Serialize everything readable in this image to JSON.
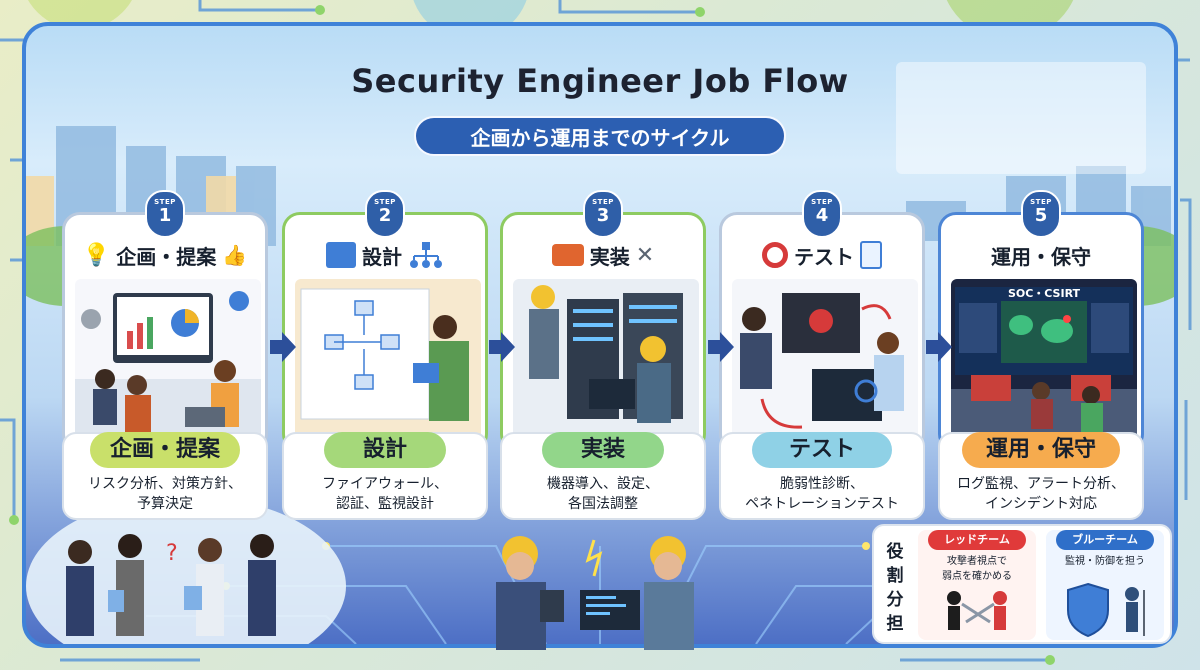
{
  "title": "Security Engineer Job Flow",
  "subtitle": "企画から運用までのサイクル",
  "steps": [
    {
      "step_label": "STEP",
      "number": "1",
      "heading": "企画・提案",
      "pill": "企画・提案",
      "description": "リスク分析、対策方針、\n予算決定",
      "pill_color": "#c9e06a"
    },
    {
      "step_label": "STEP",
      "number": "2",
      "heading": "設計",
      "pill": "設計",
      "description": "ファイアウォール、\n認証、監視設計",
      "pill_color": "#a5d87a"
    },
    {
      "step_label": "STEP",
      "number": "3",
      "heading": "実装",
      "pill": "実装",
      "description": "機器導入、設定、\n各国法調整",
      "pill_color": "#92d68a"
    },
    {
      "step_label": "STEP",
      "number": "4",
      "heading": "テスト",
      "pill": "テスト",
      "description": "脆弱性診断、\nペネトレーションテスト",
      "pill_color": "#8fd1e6"
    },
    {
      "step_label": "STEP",
      "number": "5",
      "heading": "運用・保守",
      "pill": "運用・保守",
      "description": "ログ監視、アラート分析、\nインシデント対応",
      "pill_color": "#f6ab4e"
    }
  ],
  "soc_label": "SOC・CSIRT",
  "roles": {
    "label": "役\n割\n分\n担",
    "red": {
      "title": "レッドチーム",
      "text": "攻撃者視点で\n弱点を確かめる",
      "color": "#e03a3a"
    },
    "blue": {
      "title": "ブルーチーム",
      "text": "監視・防御を担う",
      "color": "#2f6fc9"
    }
  },
  "colors": {
    "panel_border": "#3f82d8",
    "badge": "#2f5fa8",
    "arrow": "#2c4f9a"
  }
}
